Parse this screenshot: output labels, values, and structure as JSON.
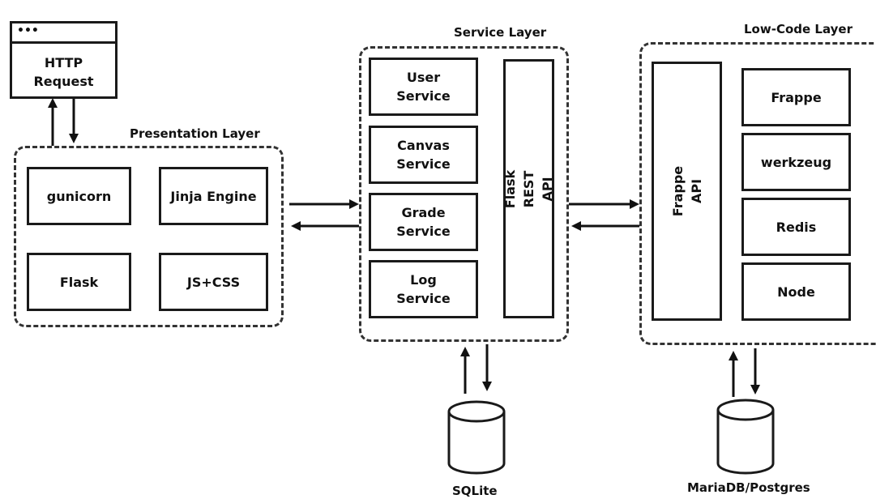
{
  "browser": {
    "dots": "•••",
    "label": "HTTP Request"
  },
  "presentation": {
    "title": "Presentation Layer",
    "items": [
      "gunicorn",
      "Jinja Engine",
      "Flask",
      "JS+CSS"
    ]
  },
  "service": {
    "title": "Service Layer",
    "items": [
      "User Service",
      "Canvas Service",
      "Grade Service",
      "Log Service"
    ],
    "api": "Flask REST API"
  },
  "lowcode": {
    "title": "Low-Code Layer",
    "api": "Frappe API",
    "items": [
      "Frappe",
      "werkzeug",
      "Redis",
      "Node"
    ]
  },
  "databases": {
    "sqlite": "SQLite",
    "mariadb": "MariaDB/Postgres"
  }
}
